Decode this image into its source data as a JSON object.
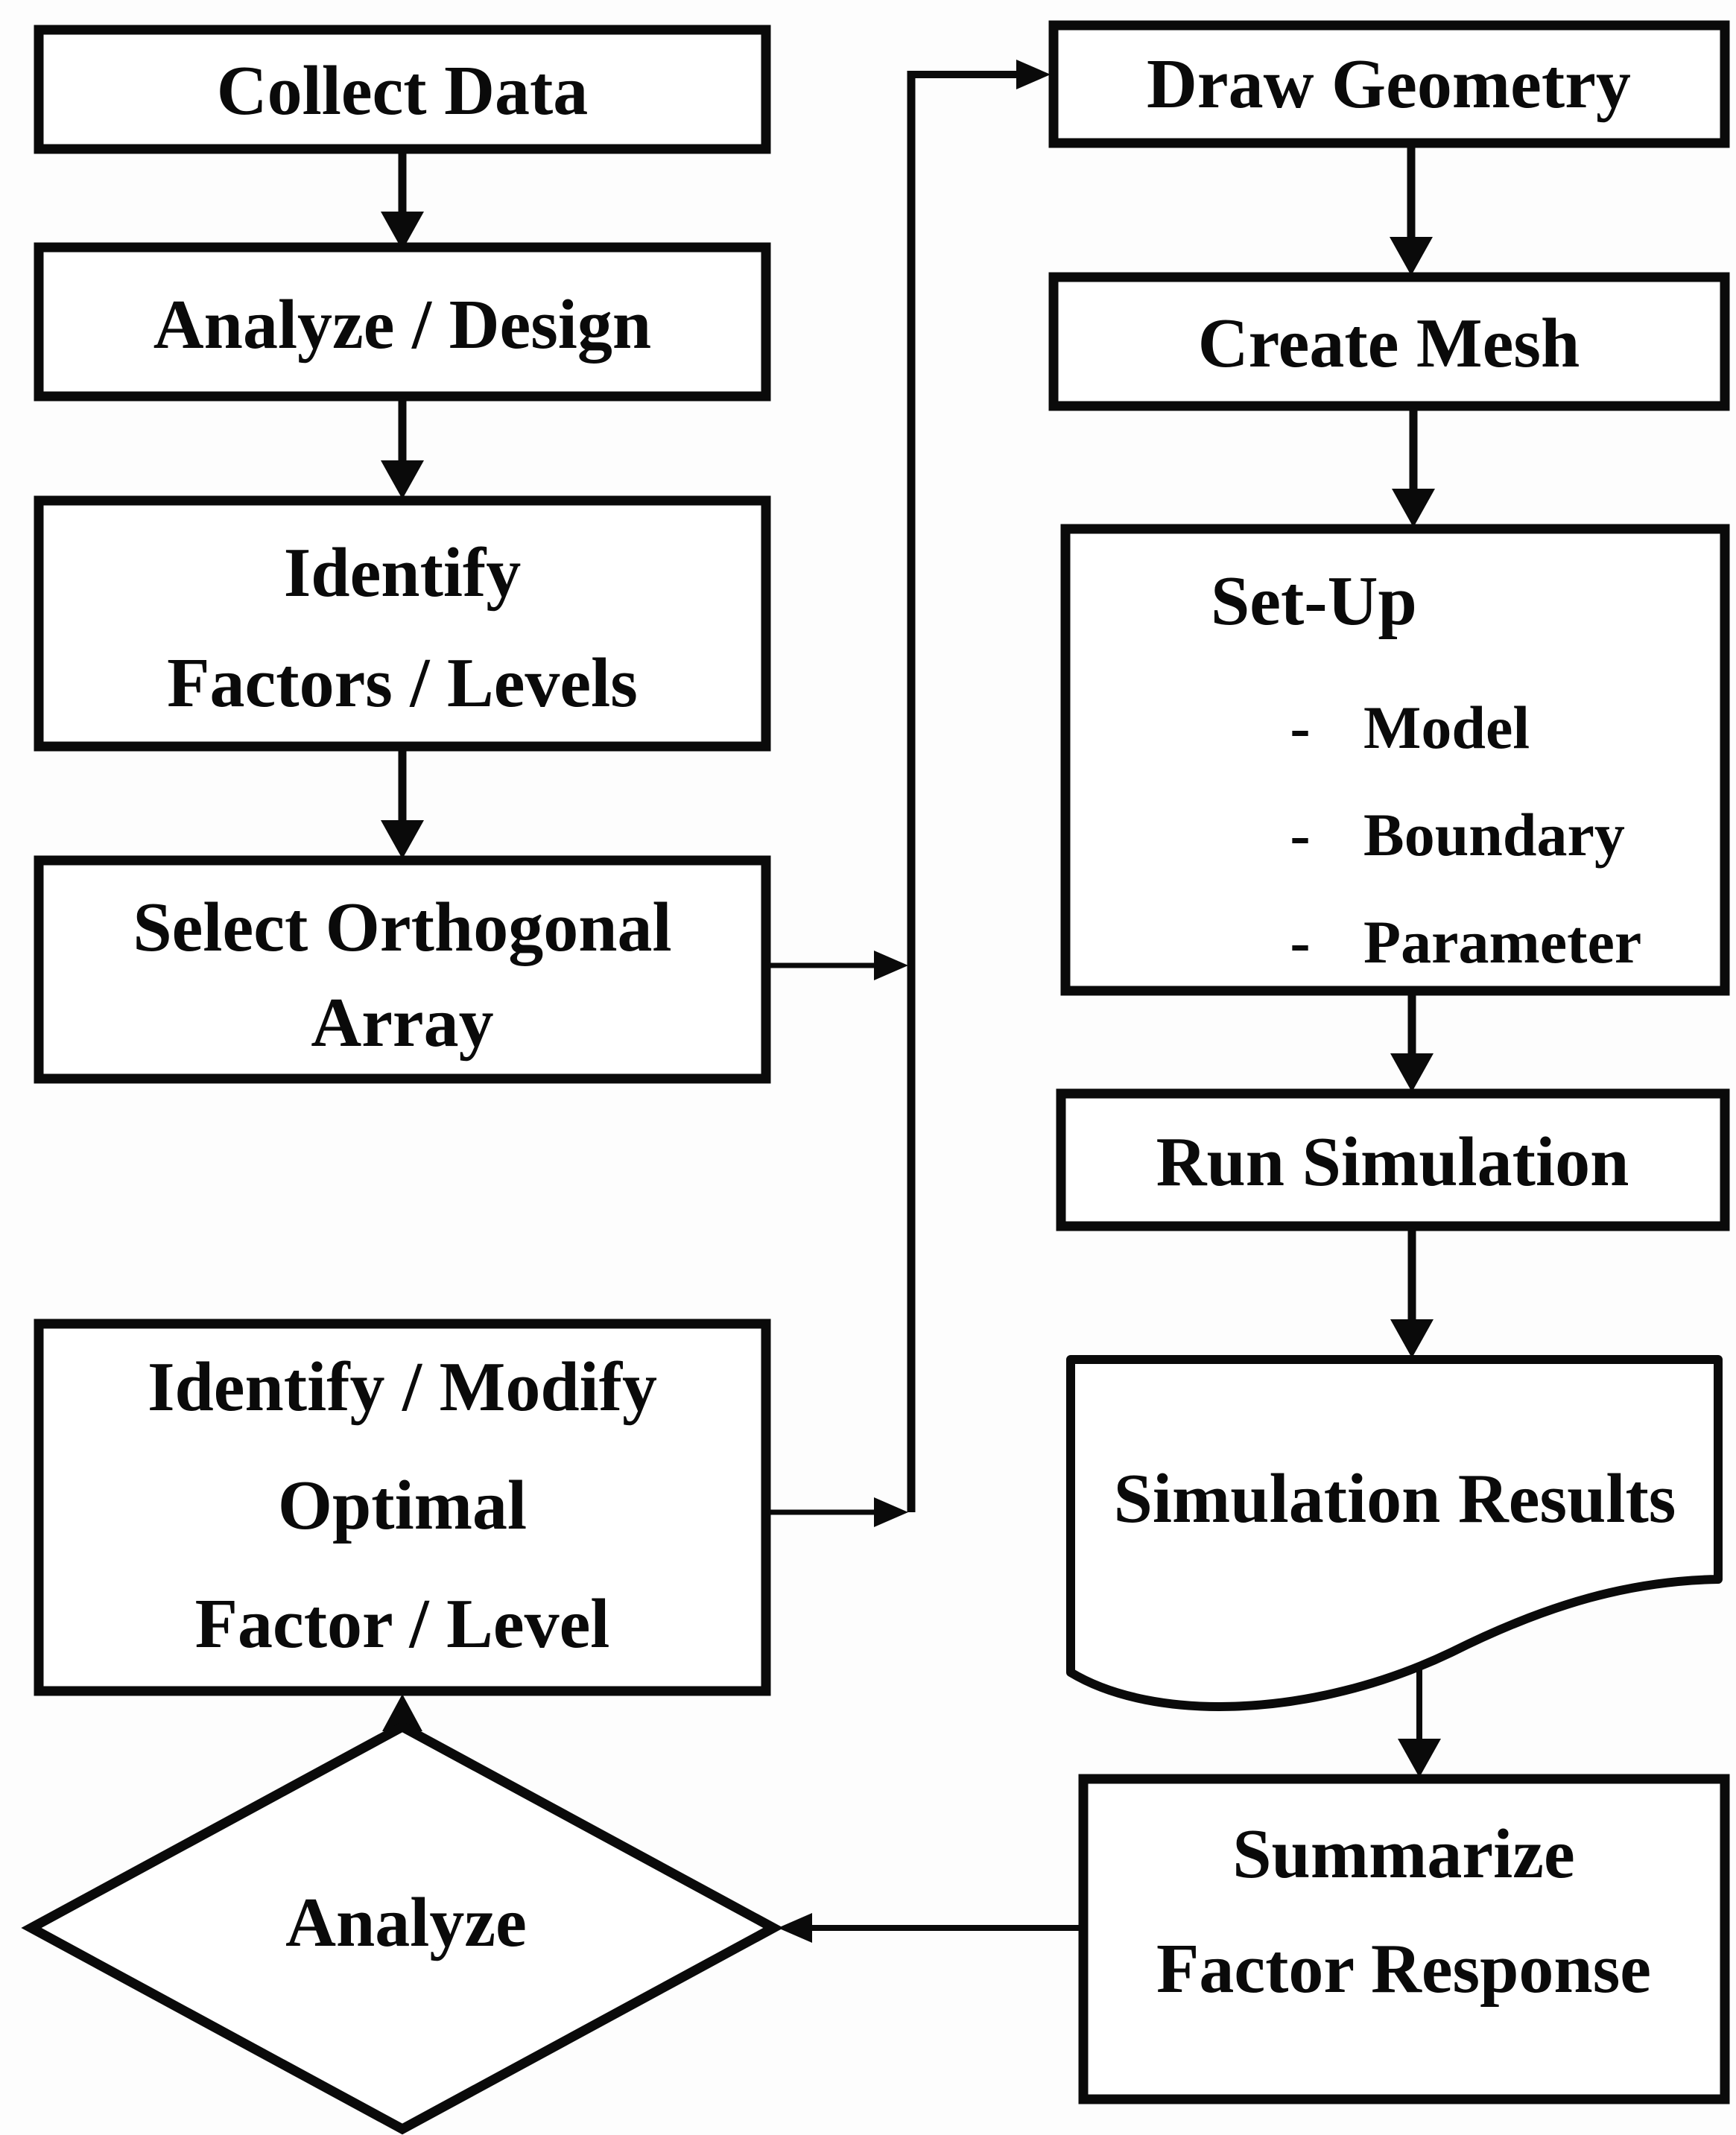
{
  "nodes": {
    "collect_data": {
      "label": "Collect Data"
    },
    "analyze_design": {
      "label": "Analyze / Design"
    },
    "identify_factors": {
      "lines": [
        "Identify",
        "Factors / Levels"
      ]
    },
    "select_orthogonal_array": {
      "lines": [
        "Select Orthogonal",
        "Array"
      ]
    },
    "identify_modify_optimal": {
      "lines": [
        "Identify / Modify",
        "Optimal",
        "Factor / Level"
      ]
    },
    "analyze_decision": {
      "label": "Analyze"
    },
    "draw_geometry": {
      "label": "Draw Geometry"
    },
    "create_mesh": {
      "label": "Create Mesh"
    },
    "set_up": {
      "title": "Set-Up",
      "bullet": "-",
      "items": [
        "Model",
        "Boundary",
        "Parameter"
      ]
    },
    "run_simulation": {
      "label": "Run Simulation"
    },
    "simulation_results": {
      "label": "Simulation Results"
    },
    "summarize_factor_response": {
      "lines": [
        "Summarize",
        "Factor Response"
      ]
    }
  },
  "colors": {
    "line": "#0a0a0a",
    "node_fill": "#ffffff",
    "text": "#0a0a0a",
    "background": "#fdfdfd"
  }
}
